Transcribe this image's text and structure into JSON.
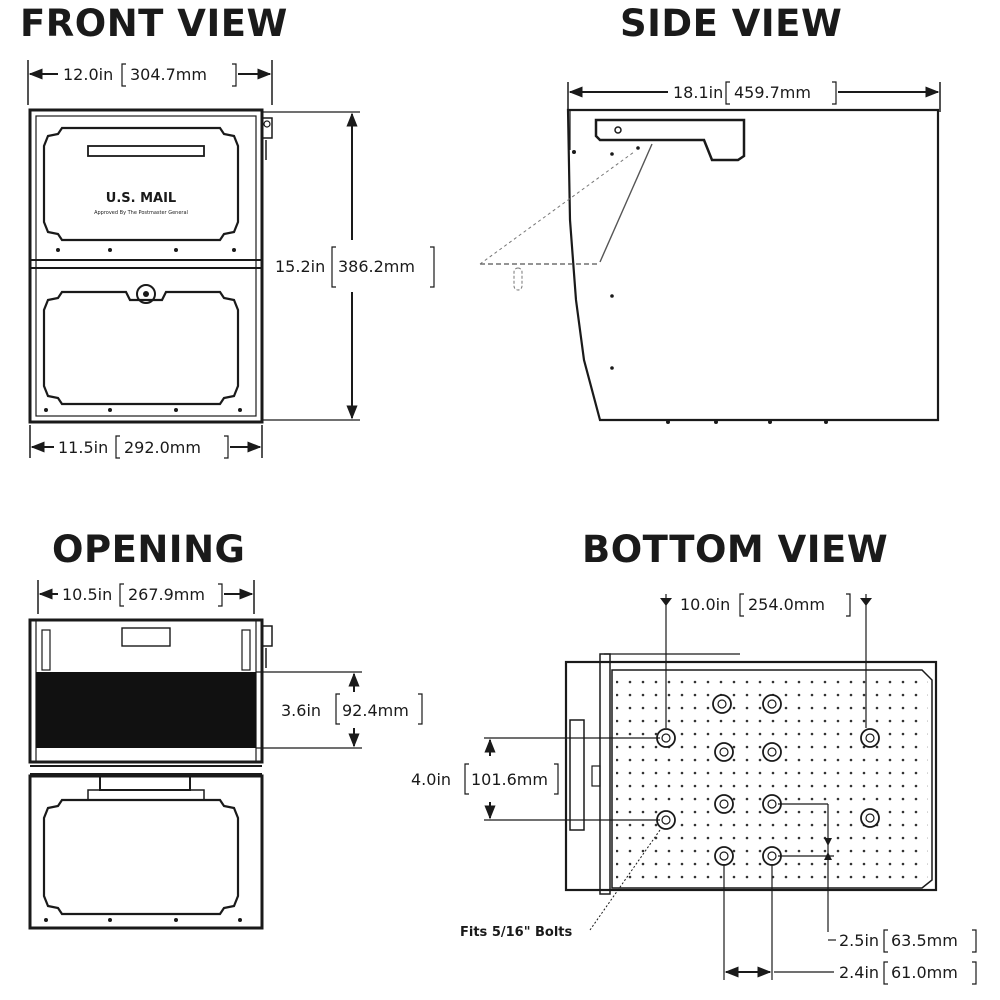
{
  "views": {
    "front": "FRONT VIEW",
    "side": "SIDE VIEW",
    "opening": "OPENING",
    "bottom": "BOTTOM VIEW"
  },
  "front": {
    "width_top_in": "12.0in",
    "width_top_mm": "304.7mm",
    "height_in": "15.2in",
    "height_mm": "386.2mm",
    "width_bottom_in": "11.5in",
    "width_bottom_mm": "292.0mm",
    "door_label": "U.S. MAIL",
    "door_sublabel": "Approved By The Postmaster General"
  },
  "side": {
    "depth_in": "18.1in",
    "depth_mm": "459.7mm"
  },
  "opening": {
    "width_in": "10.5in",
    "width_mm": "267.9mm",
    "height_in": "3.6in",
    "height_mm": "92.4mm"
  },
  "bottom": {
    "span_in": "10.0in",
    "span_mm": "254.0mm",
    "spacing_in": "4.0in",
    "spacing_mm": "101.6mm",
    "bolts": "Fits 5/16\" Bolts",
    "dim_a_in": "2.5in",
    "dim_a_mm": "63.5mm",
    "dim_b_in": "2.4in",
    "dim_b_mm": "61.0mm"
  }
}
